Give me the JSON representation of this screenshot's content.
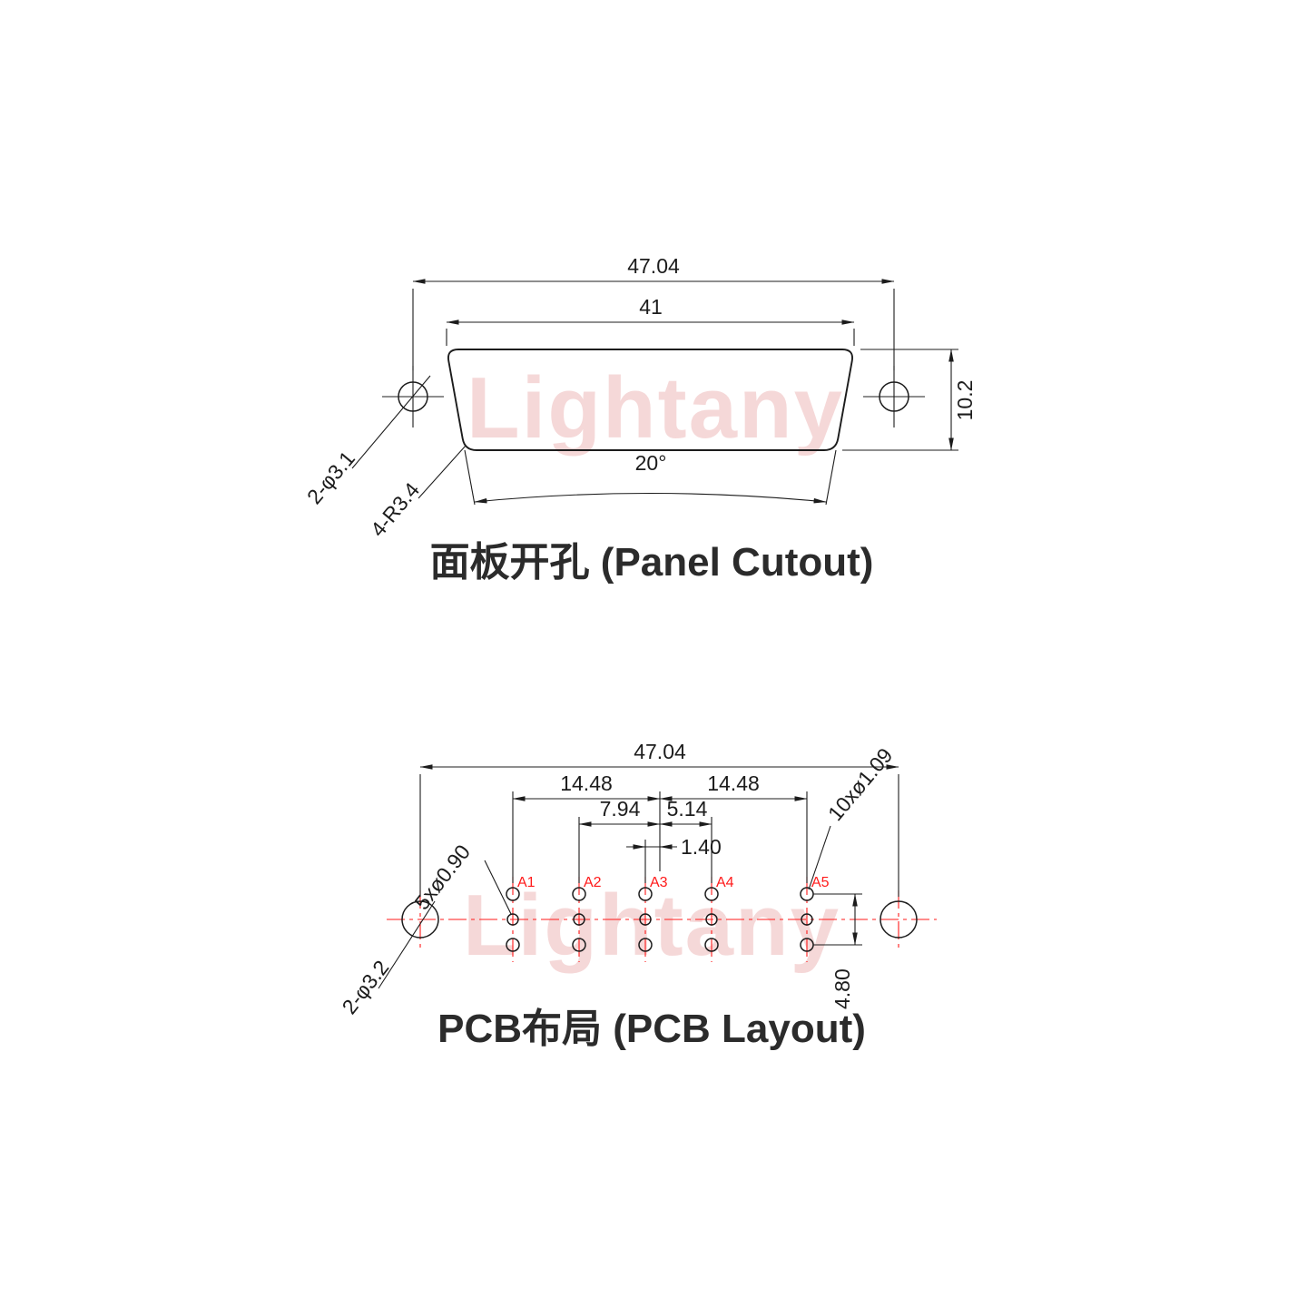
{
  "watermark": {
    "text": "Lightany"
  },
  "colors": {
    "line": "#1c1c1c",
    "centerline": "#ff1a1a",
    "pin_label": "#ff1a1a",
    "watermark": "#eeb9b9",
    "background": "#ffffff"
  },
  "panel_cutout": {
    "title": "面板开孔 (Panel Cutout)",
    "dim_overall_width": "47.04",
    "dim_cutout_width": "41",
    "dim_cutout_height": "10.2",
    "dim_side_angle": "20°",
    "label_mounting_holes": "2-φ3.1",
    "label_corner_radius": "4-R3.4"
  },
  "pcb_layout": {
    "title": "PCB布局 (PCB Layout)",
    "dim_overall_width": "47.04",
    "dim_a1_to_center": "14.48",
    "dim_center_to_a5": "14.48",
    "dim_a2_to_center": "7.94",
    "dim_center_to_a4": "5.14",
    "dim_a3_to_center": "1.40",
    "dim_row_spacing": "4.80",
    "label_signal_holes": "5xø0.90",
    "label_outer_holes": "10xø1.09",
    "label_mounting_holes": "2-φ3.2",
    "pins": [
      {
        "label": "A1"
      },
      {
        "label": "A2"
      },
      {
        "label": "A3"
      },
      {
        "label": "A4"
      },
      {
        "label": "A5"
      }
    ]
  }
}
